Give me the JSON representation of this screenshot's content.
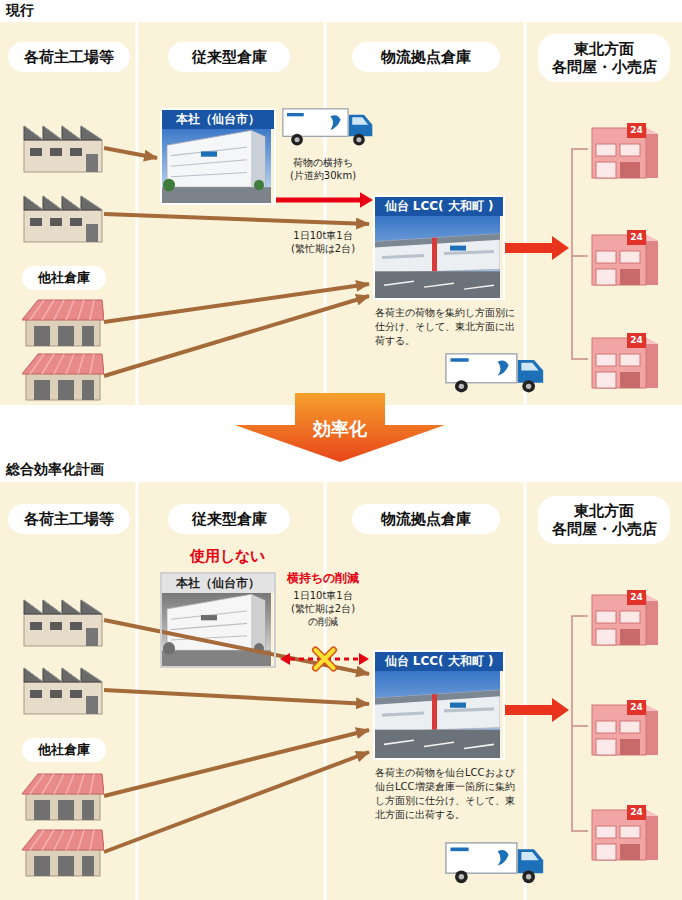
{
  "diagram": {
    "nodes": [
      {
        "text": [
          "各荷主工場等"
        ]
      },
      {
        "text": [
          "従来型倉庫"
        ]
      },
      {
        "text": [
          "物流拠点倉庫"
        ]
      },
      {
        "text": [
          "東北方面 各問屋・小売店"
        ]
      },
      {
        "text": [
          "本社（仙台市）"
        ]
      },
      {
        "text": [
          "他社倉庫"
        ]
      },
      {
        "text": [
          "仙台 LCC( 大和町 )",
          "各荷主の荷物を集約し方面別に仕分け、そして、東北方面に出荷する。"
        ]
      },
      {
        "text": [
          "各荷主工場等"
        ]
      },
      {
        "text": [
          "従来型倉庫"
        ]
      },
      {
        "text": [
          "物流拠点倉庫"
        ]
      },
      {
        "text": [
          "東北方面 各問屋・小売店"
        ]
      },
      {
        "text": [
          "本社（仙台市）"
        ]
      },
      {
        "text": [
          "他社倉庫"
        ]
      },
      {
        "text": [
          "仙台 LCC( 大和町 )",
          "各荷主の荷物を仙台LCCおよび仙台LCC増築倉庫一箇所に集約し方面別に仕分け、そして、東北方面に出荷する。"
        ]
      }
    ],
    "edges": [
      {
        "from": 4,
        "to": 6,
        "arrow": "to"
      },
      {
        "from": 11,
        "to": 13,
        "arrow": "both"
      }
    ],
    "labels": [
      "現行",
      "荷物の横持ち (片道約30km)",
      "1日10t車1台 (繁忙期は2台)",
      "24",
      "24",
      "24",
      "効率化",
      "総合効率化計画",
      "使用しない",
      "横持ちの削減",
      "1日10t車1台 (繁忙期は2台) の削減",
      "24",
      "24",
      "24"
    ]
  }
}
